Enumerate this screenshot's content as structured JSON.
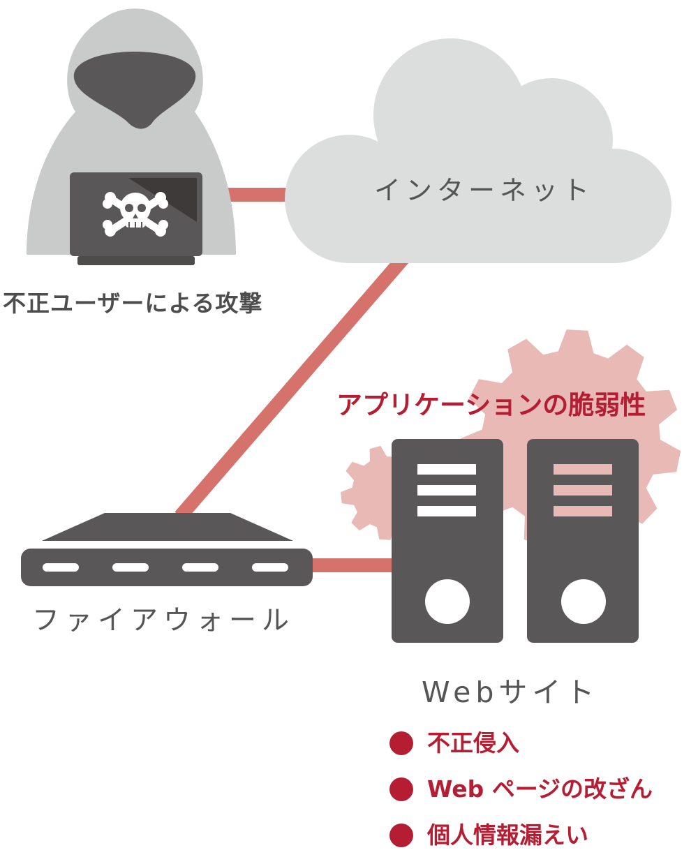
{
  "labels": {
    "attacker": "不正ユーザーによる攻撃",
    "internet": "インターネット",
    "firewall": "ファイアウォール",
    "website": "Webサイト",
    "vulnerability": "アプリケーションの脆弱性"
  },
  "risks": [
    "不正侵入",
    "Web ページの改ざん",
    "個人情報漏えい"
  ],
  "colors": {
    "link": "#d5726c",
    "accent": "#b51d33",
    "device": "#595757",
    "cloud": "#dcdddd",
    "gear": "#e9b9b5",
    "hood": "#c9caca"
  }
}
